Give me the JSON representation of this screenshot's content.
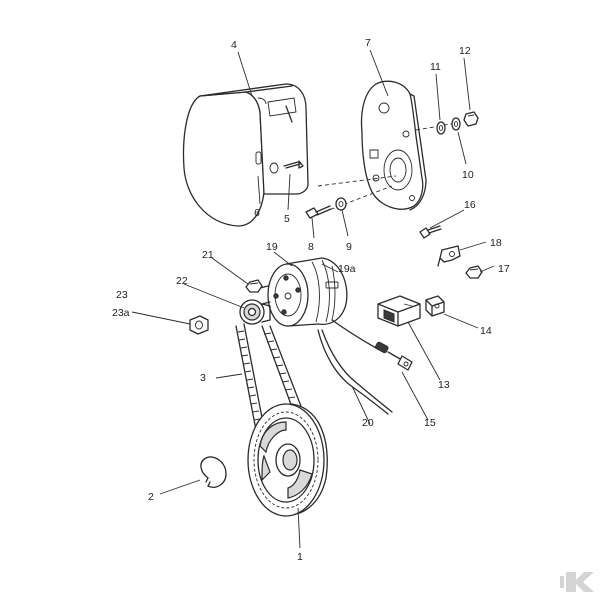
{
  "callouts": {
    "p1": "1",
    "p2": "2",
    "p3": "3",
    "p4": "4",
    "p5": "5",
    "p6": "6",
    "p7": "7",
    "p8": "8",
    "p9": "9",
    "p10": "10",
    "p11": "11",
    "p12": "12",
    "p13": "13",
    "p14": "14",
    "p15": "15",
    "p16": "16",
    "p17": "17",
    "p18": "18",
    "p19": "19",
    "p19a": "19a",
    "p20": "20",
    "p21": "21",
    "p22": "22",
    "p23": "23",
    "p23a": "23a"
  },
  "brand_mark": "K",
  "colors": {
    "line": "#2b2b2b",
    "watermark": "#d4d4d4",
    "background": "#ffffff"
  }
}
